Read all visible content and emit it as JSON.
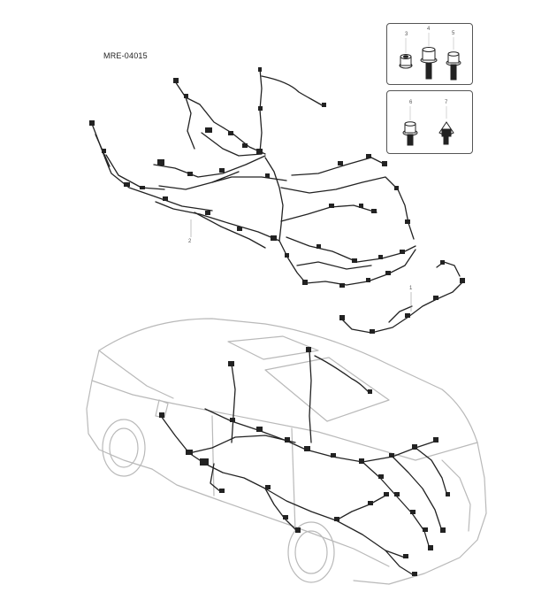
{
  "diagram": {
    "code": "MRE-04015",
    "callouts": {
      "c1": "1",
      "c2": "2",
      "c3": "3",
      "c4": "4",
      "c5": "5",
      "c6": "6",
      "c7": "7"
    }
  },
  "parts": [
    {
      "callout": "3",
      "icon": "flange-nut-icon"
    },
    {
      "callout": "4",
      "icon": "hex-flange-bolt-icon"
    },
    {
      "callout": "5",
      "icon": "hex-bolt-icon"
    },
    {
      "callout": "6",
      "icon": "hex-bolt-icon"
    },
    {
      "callout": "7",
      "icon": "clip-bolt-icon"
    }
  ],
  "colors": {
    "line": "#222222",
    "body": "#b9b9b9",
    "leader": "#999999"
  }
}
